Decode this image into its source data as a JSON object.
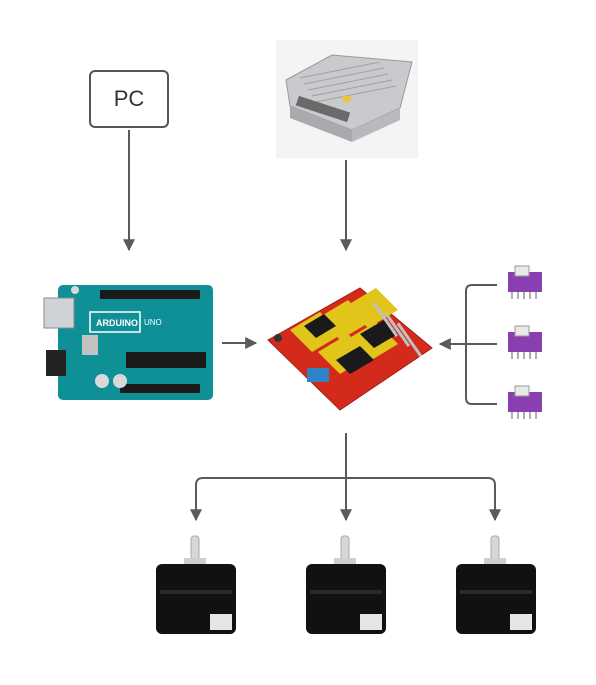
{
  "pc": {
    "label": "PC"
  },
  "arduino": {
    "brand_text": "ARDUINO",
    "model_text": "UNO"
  },
  "motors": [
    {
      "id": "motor-1"
    },
    {
      "id": "motor-2"
    },
    {
      "id": "motor-3"
    }
  ],
  "drivers": [
    {
      "id": "driver-1"
    },
    {
      "id": "driver-2"
    },
    {
      "id": "driver-3"
    }
  ],
  "colors": {
    "arrow": "#5a5a5a",
    "arduino_board": "#0f8f96",
    "shield_board": "#d42a1c",
    "driver_board": "#8a3fb0",
    "motor_body": "#111111",
    "psu_body": "#c9cacd"
  }
}
